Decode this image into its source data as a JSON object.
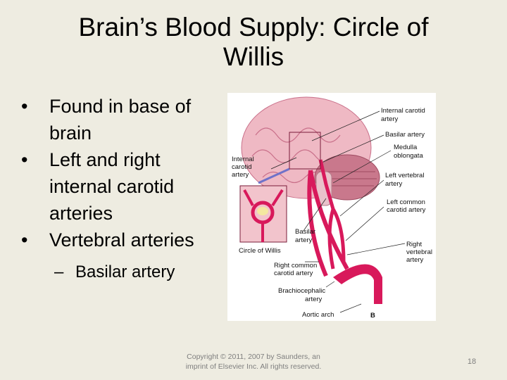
{
  "slide": {
    "title_line1": "Brain’s Blood Supply: Circle of",
    "title_line2": "Willis",
    "bullets": [
      {
        "marker": "•",
        "lines": [
          "Found in base of",
          "brain"
        ]
      },
      {
        "marker": "•",
        "lines": [
          "Left and right",
          "internal carotid",
          "arteries"
        ]
      },
      {
        "marker": "•",
        "lines": [
          "Vertebral arteries"
        ]
      }
    ],
    "sub_bullet": {
      "marker": "–",
      "text": "Basilar artery"
    },
    "footer_line1": "Copyright © 2011, 2007 by Saunders, an",
    "footer_line2": "imprint of Elsevier Inc. All rights reserved.",
    "page_number": "18"
  },
  "figure": {
    "labels": {
      "internal_carotid_right": [
        "Internal carotid",
        "artery"
      ],
      "basilar_artery_right": [
        "Basilar artery"
      ],
      "medulla": [
        "Medulla",
        "oblongata"
      ],
      "internal_carotid_left": [
        "Internal",
        "carotid",
        "artery"
      ],
      "left_vertebral": [
        "Left vertebral",
        "artery"
      ],
      "left_common_carotid": [
        "Left common",
        "carotid artery"
      ],
      "basilar_artery_center": [
        "Basilar",
        "artery"
      ],
      "circle_of_willis": [
        "Circle of Willis"
      ],
      "right_vertebral": [
        "Right",
        "vertebral",
        "artery"
      ],
      "right_common_carotid": [
        "Right common",
        "carotid artery"
      ],
      "brachiocephalic": [
        "Brachiocephalic",
        "artery"
      ],
      "aortic_arch": [
        "Aortic arch"
      ],
      "panel_letter": "B"
    },
    "colors": {
      "brain": "#efb9c4",
      "artery": "#d8195b",
      "background": "#eeece1"
    }
  }
}
